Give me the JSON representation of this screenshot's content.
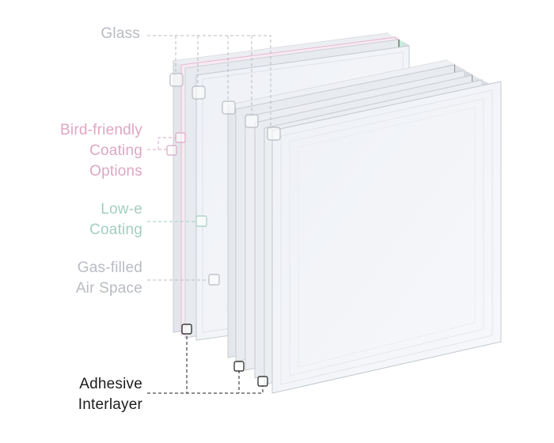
{
  "colors": {
    "glass": "#b8bcc2",
    "bird_friendly": "#dea7c4",
    "low_e": "#a2cfc2",
    "gas": "#b8bcc2",
    "adhesive": "#1c1c1c"
  },
  "labels": {
    "glass": [
      "Glass"
    ],
    "bird_friendly": [
      "Bird-friendly",
      "Coating",
      "Options"
    ],
    "low_e": [
      "Low-e",
      "Coating"
    ],
    "gas": [
      "Gas-filled",
      "Air Space"
    ],
    "adhesive": [
      "Adhesive",
      "Interlayer"
    ]
  }
}
